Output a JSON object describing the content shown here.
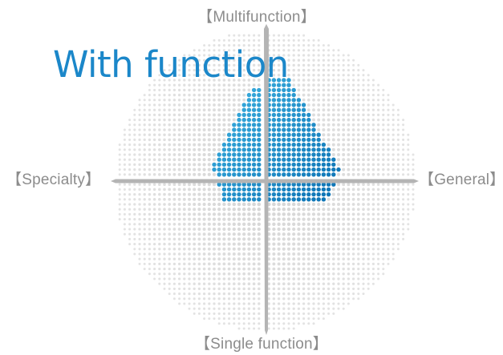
{
  "headline": "With function",
  "axes": {
    "top": "【Multifunction】",
    "bottom": "【Single function】",
    "left": "【Specialty】",
    "right": "【General】"
  },
  "colors": {
    "sphere_dot": "#d4d4d4",
    "axis": "#b4b4b4",
    "highlight_light": "#3fb5e3",
    "highlight_dark": "#0a6fb2",
    "headline": "#1b87c9",
    "axis_label": "#8c8c8c"
  }
}
